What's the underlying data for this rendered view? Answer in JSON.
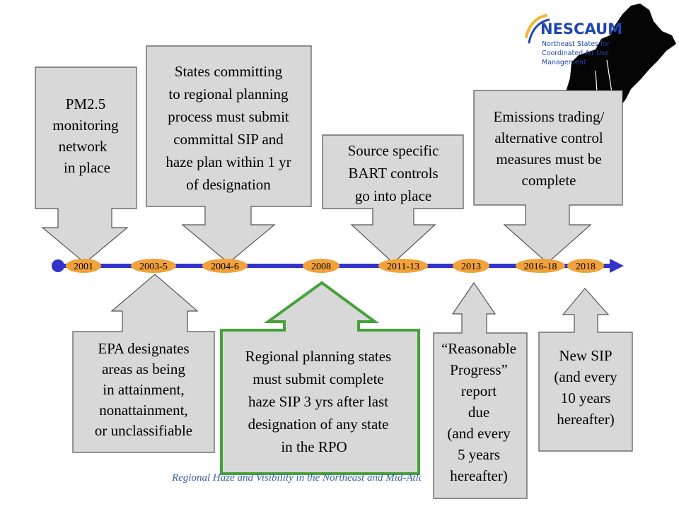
{
  "logo": {
    "name": "NESCAUM",
    "subtitle_lines": [
      "Northeast States for",
      "Coordinated Air Use",
      "Management"
    ]
  },
  "timeline": {
    "years": [
      {
        "label": "2001",
        "color": "#f2a23a"
      },
      {
        "label": "2003-5",
        "color": "#f2a23a"
      },
      {
        "label": "2004-6",
        "color": "#f2a23a"
      },
      {
        "label": "2008",
        "color": "#f2a23a"
      },
      {
        "label": "2011-13",
        "color": "#f2a23a"
      },
      {
        "label": "2013",
        "color": "#f2a23a"
      },
      {
        "label": "2016-18",
        "color": "#f2a23a"
      },
      {
        "label": "2018",
        "color": "#f2a23a"
      }
    ],
    "line_color": "#3333cc"
  },
  "callouts": {
    "pm25": {
      "lines": [
        "PM2.5",
        "monitoring",
        "network",
        "in place"
      ]
    },
    "states_committing": {
      "lines": [
        "States committing",
        "to regional planning",
        "process must submit",
        "committal SIP and",
        "haze plan within 1 yr",
        "of designation"
      ]
    },
    "bart": {
      "lines": [
        "Source specific",
        "BART controls",
        "go into place"
      ]
    },
    "emissions": {
      "lines": [
        "Emissions trading/",
        "alternative control",
        "measures must be",
        "complete"
      ]
    },
    "epa": {
      "lines": [
        "EPA designates",
        "areas as being",
        "in attainment,",
        "nonattainment,",
        "or unclassifiable"
      ]
    },
    "regional": {
      "lines": [
        "Regional planning states",
        "must submit complete",
        "haze SIP 3 yrs after last",
        "designation of any state",
        "in the RPO"
      ],
      "outline_color": "#44a23a"
    },
    "reasonable": {
      "lines": [
        "“Reasonable",
        "Progress”",
        "report",
        "due",
        "(and every",
        "5 years",
        "hereafter)"
      ]
    },
    "newsip": {
      "lines": [
        "New SIP",
        "(and every",
        "10 years",
        "hereafter)"
      ]
    }
  },
  "footer": {
    "text": "Regional Haze and Visibility in the Northeast and Mid-Atlantic States"
  }
}
